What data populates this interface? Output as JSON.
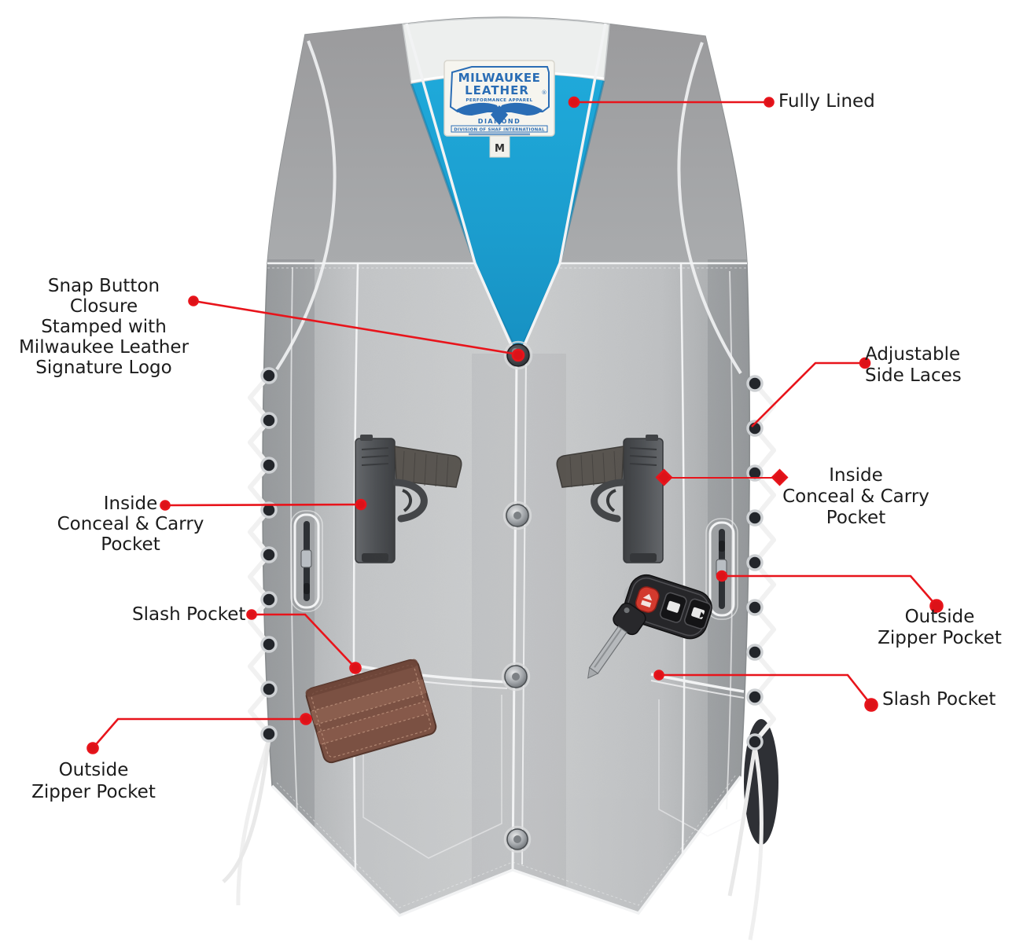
{
  "product_label": {
    "brand_line1": "MILWAUKEE",
    "brand_line2": "LEATHER",
    "registered": "®",
    "tagline": "PERFORMANCE APPAREL",
    "collection": "DIAMOND",
    "division": "DIVISION OF SHAF INTERNATIONAL",
    "size": "M"
  },
  "annotations": {
    "fully_lined": {
      "label": "Fully Lined"
    },
    "snap_button": {
      "lines": [
        "Snap Button Closure",
        "Stamped with",
        "Milwaukee Leather",
        "Signature Logo"
      ]
    },
    "adjustable_laces": {
      "lines": [
        "Adjustable",
        "Side Laces"
      ]
    },
    "inside_pocket_left": {
      "lines": [
        "Inside",
        "Conceal & Carry",
        "Pocket"
      ]
    },
    "inside_pocket_right": {
      "lines": [
        "Inside",
        "Conceal & Carry",
        "Pocket"
      ]
    },
    "slash_pocket_left": {
      "label": "Slash Pocket"
    },
    "slash_pocket_right": {
      "label": "Slash Pocket"
    },
    "outside_zipper_left": {
      "lines": [
        "Outside",
        "Zipper Pocket"
      ]
    },
    "outside_zipper_right": {
      "lines": [
        "Outside",
        "Zipper Pocket"
      ]
    }
  },
  "colors": {
    "accent_red": "#e8141b",
    "lining_blue": "#1ea7d9",
    "label_blue": "#2a6db5",
    "leather_grey": "#b9bcbe",
    "stitch_white": "#f2f3f4",
    "text_black": "#1c1c1c"
  }
}
